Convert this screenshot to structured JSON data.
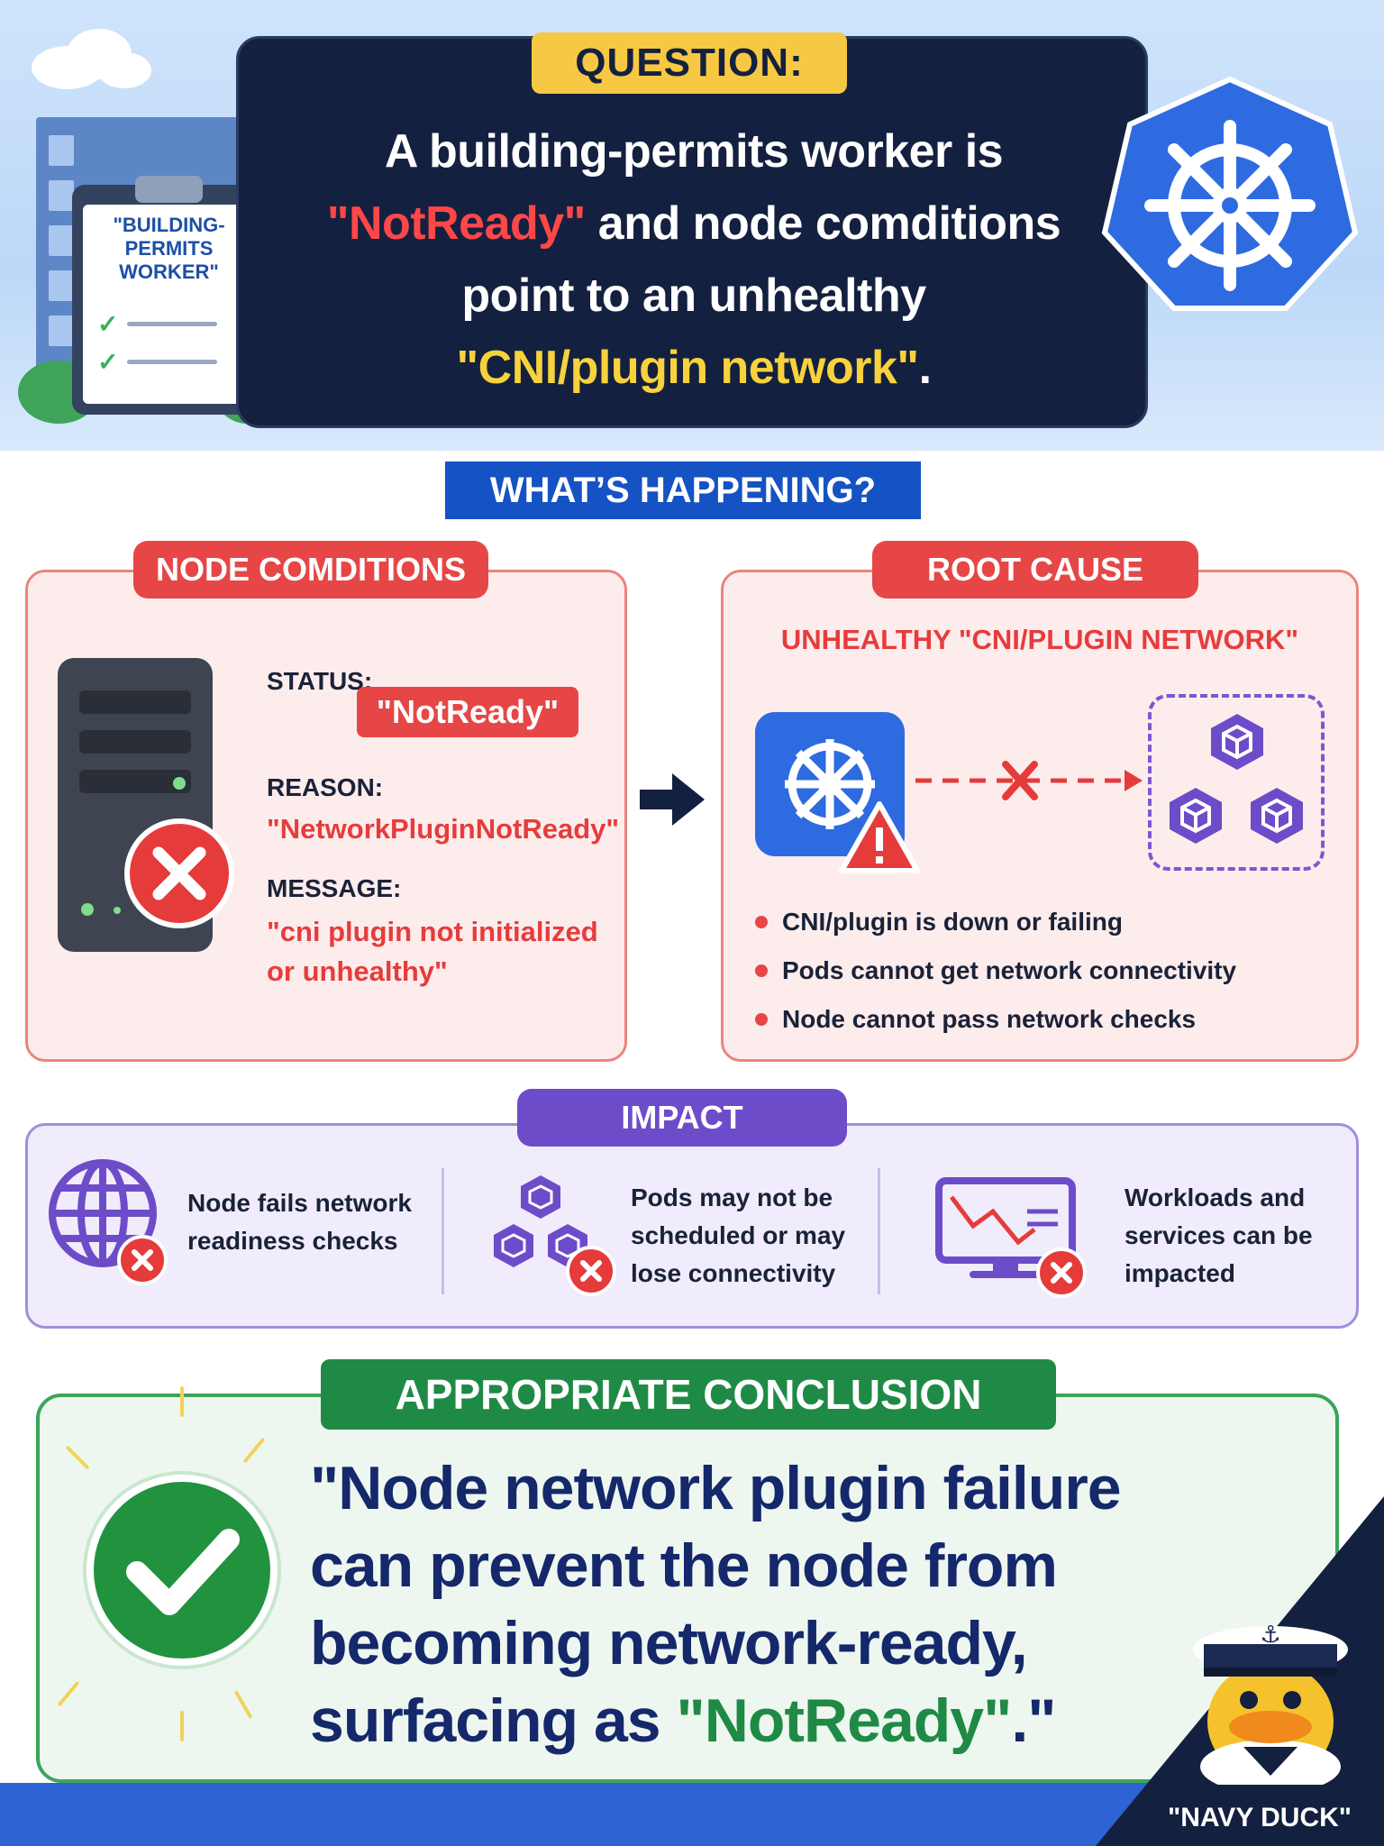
{
  "question": {
    "badge": "QUESTION:",
    "line1": "A building-permits worker is",
    "line2_red": "\"NotReady\"",
    "line2_rest": " and node comditions",
    "line3": "point to an unhealthy",
    "line4_yellow": "\"CNI/plugin network\"",
    "line4_rest": "."
  },
  "clipboard": {
    "title": "\"BUILDING-\nPERMITS\nWORKER\""
  },
  "whats_happening": "WHAT’S HAPPENING?",
  "node_conditions": {
    "title": "NODE COMDITIONS",
    "status_label": "STATUS:",
    "status_value": "\"NotReady\"",
    "reason_label": "REASON:",
    "reason_value": "\"NetworkPluginNotReady\"",
    "message_label": "MESSAGE:",
    "message_line1": "\"cni plugin not initialized",
    "message_line2": "or unhealthy\""
  },
  "root_cause": {
    "title": "ROOT CAUSE",
    "subtitle": "UNHEALTHY \"CNI/PLUGIN NETWORK\"",
    "bullets": [
      "CNI/plugin is down or failing",
      "Pods cannot get network connectivity",
      "Node cannot pass network checks"
    ]
  },
  "impact": {
    "title": "IMPACT",
    "items": [
      {
        "line1": "Node fails network",
        "line2": "readiness checks",
        "icon": "globe-icon"
      },
      {
        "line1": "Pods may not be",
        "line2": "scheduled or may",
        "line3": "lose connectivity",
        "icon": "pods-icon"
      },
      {
        "line1": "Workloads and",
        "line2": "services can be",
        "line3": "impacted",
        "icon": "monitor-chart-icon"
      }
    ]
  },
  "conclusion": {
    "title": "APPROPRIATE CONCLUSION",
    "line1": "\"Node network plugin failure",
    "line2": "can prevent the node from",
    "line3": "becoming network-ready,",
    "line4_pre": "surfacing as ",
    "line4_green": "\"NotReady\"",
    "line4_post": ".\""
  },
  "mascot": {
    "label": "\"NAVY DUCK\""
  },
  "colors": {
    "navy": "#14203f",
    "red": "#e74646",
    "yellow": "#f7c843",
    "blue": "#1552c4",
    "purple": "#6d4cc9",
    "green": "#1f8a45"
  }
}
